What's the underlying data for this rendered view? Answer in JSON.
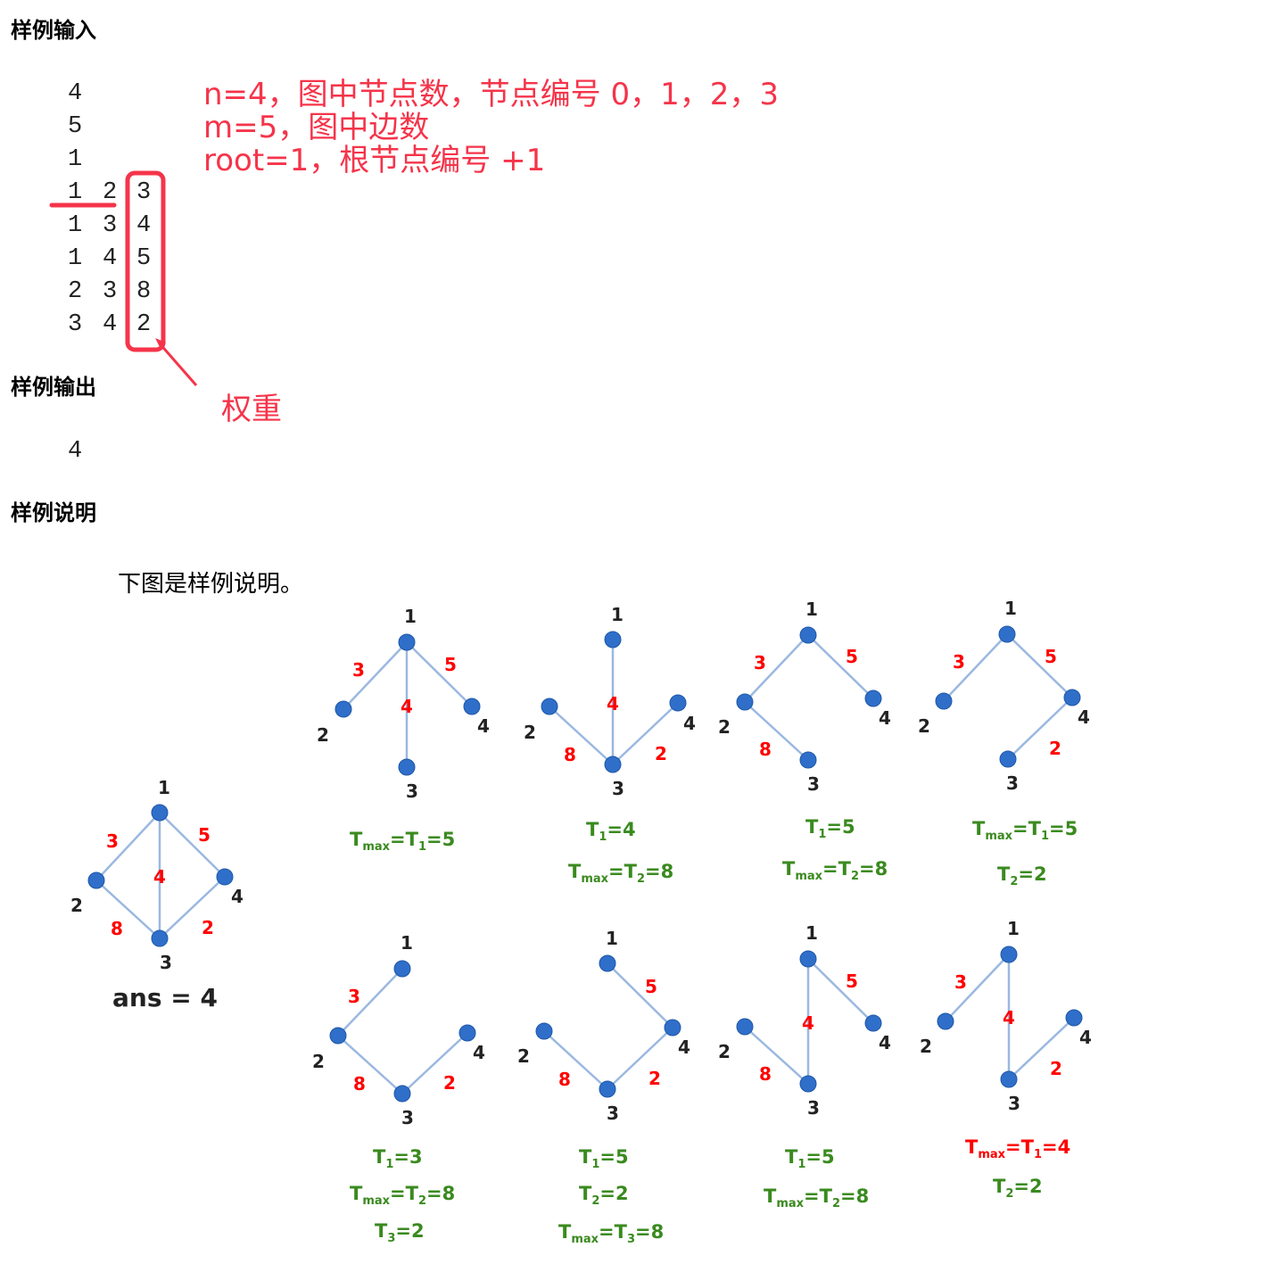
{
  "headings": {
    "input": "样例输入",
    "output": "样例输出",
    "explanation": "样例说明"
  },
  "sample_input": {
    "lines": [
      "4",
      "5",
      "1"
    ],
    "edges": [
      {
        "u": "1",
        "v": "2",
        "w": "3"
      },
      {
        "u": "1",
        "v": "3",
        "w": "4"
      },
      {
        "u": "1",
        "v": "4",
        "w": "5"
      },
      {
        "u": "2",
        "v": "3",
        "w": "8"
      },
      {
        "u": "3",
        "v": "4",
        "w": "2"
      }
    ]
  },
  "annotations": {
    "n_note": "n=4，图中节点数，节点编号 0，1，2，3",
    "m_note": "m=5，图中边数",
    "root_note": "root=1，根节点编号 +1",
    "weight_label": "权重"
  },
  "sample_output": {
    "value": "4"
  },
  "explanation": {
    "text": "下图是样例说明。",
    "ans_label": "ans = 4"
  },
  "colors": {
    "annotation_red": "#f5344a",
    "node_blue": "#2f6fc9",
    "edge_blue": "#9bb8e0",
    "weight_red": "#ff0000",
    "caption_green": "#3a8a1f",
    "highlight_red": "#ff0000"
  },
  "full_graph": {
    "nodes": [
      "1",
      "2",
      "3",
      "4"
    ],
    "edges": [
      {
        "from": "1",
        "to": "2",
        "weight": "3"
      },
      {
        "from": "1",
        "to": "3",
        "weight": "4"
      },
      {
        "from": "1",
        "to": "4",
        "weight": "5"
      },
      {
        "from": "2",
        "to": "3",
        "weight": "8"
      },
      {
        "from": "3",
        "to": "4",
        "weight": "2"
      }
    ]
  },
  "spanning_trees": [
    {
      "captions": [
        {
          "text": "Tmax=T1=5",
          "highlight": false
        }
      ]
    },
    {
      "captions": [
        {
          "text": "T1=4",
          "highlight": false
        },
        {
          "text": "Tmax=T2=8",
          "highlight": false
        }
      ]
    },
    {
      "captions": [
        {
          "text": "T1=5",
          "highlight": false
        },
        {
          "text": "Tmax=T2=8",
          "highlight": false
        }
      ]
    },
    {
      "captions": [
        {
          "text": "Tmax=T1=5",
          "highlight": false
        },
        {
          "text": "T2=2",
          "highlight": false
        }
      ]
    },
    {
      "captions": [
        {
          "text": "T1=3",
          "highlight": false
        },
        {
          "text": "Tmax=T2=8",
          "highlight": false
        },
        {
          "text": "T3=2",
          "highlight": false
        }
      ]
    },
    {
      "captions": [
        {
          "text": "T1=5",
          "highlight": false
        },
        {
          "text": "T2=2",
          "highlight": false
        },
        {
          "text": "Tmax=T3=8",
          "highlight": false
        }
      ]
    },
    {
      "captions": [
        {
          "text": "T1=5",
          "highlight": false
        },
        {
          "text": "Tmax=T2=8",
          "highlight": false
        }
      ]
    },
    {
      "captions": [
        {
          "text": "Tmax=T1=4",
          "highlight": true
        },
        {
          "text": "T2=2",
          "highlight": false
        }
      ]
    }
  ],
  "labels": {
    "n1": "1",
    "n2": "2",
    "n3": "3",
    "n4": "4",
    "w12": "3",
    "w13": "4",
    "w14": "5",
    "w23": "8",
    "w34": "2",
    "T": "T",
    "max": "max",
    "s1": "1",
    "s2": "2",
    "s3": "3",
    "eq": "=",
    "v2": "2",
    "v3": "3",
    "v4": "4",
    "v5": "5",
    "v8": "8"
  }
}
